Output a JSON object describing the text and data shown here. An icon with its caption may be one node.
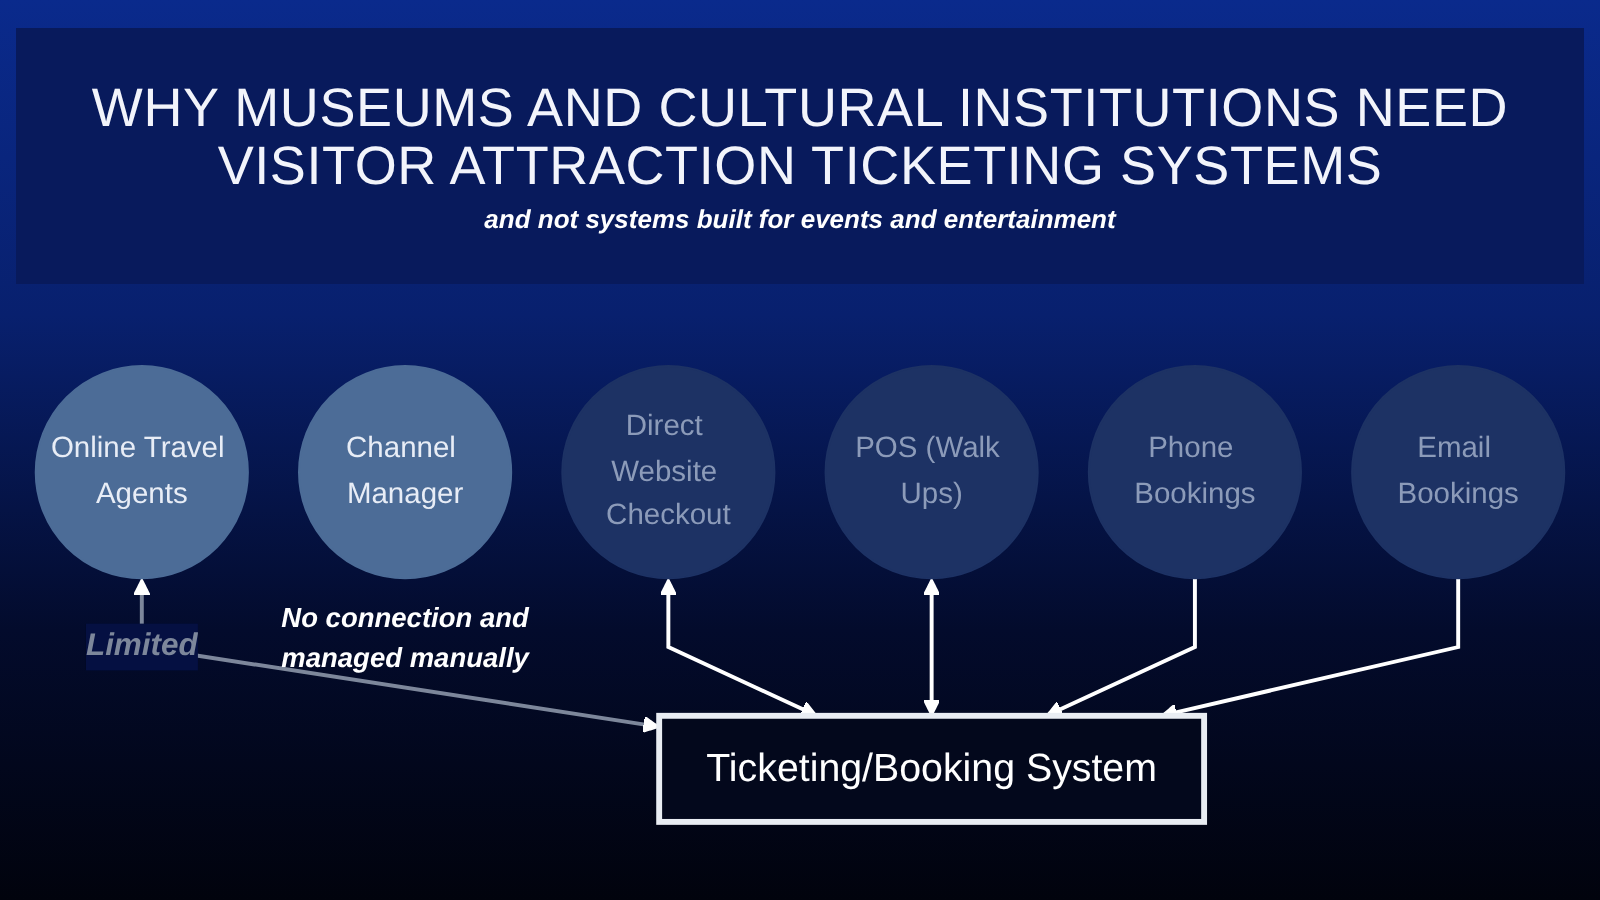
{
  "diagram": {
    "title": "WHY MUSEUMS AND CULTURAL INSTITUTIONS NEED VISITOR ATTRACTION TICKETING SYSTEMS",
    "nodes": [
      {
        "text": [
          "Online Travel Agents"
        ]
      },
      {
        "text": [
          "Channel Manager"
        ],
        "beside": [
          "No connection and managed manually"
        ]
      },
      {
        "text": [
          "Direct Website Checkout"
        ]
      },
      {
        "text": [
          "POS (Walk Ups)"
        ]
      },
      {
        "text": [
          "Phone Bookings"
        ]
      },
      {
        "text": [
          "Email Bookings"
        ]
      },
      {
        "text": [
          "Ticketing/Booking System"
        ]
      }
    ],
    "edges": [
      {
        "from": 0,
        "to": 6,
        "arrow": "both",
        "label": "Limited",
        "color": "#7d879b"
      },
      {
        "from": 2,
        "to": 6,
        "arrow": "both"
      },
      {
        "from": 3,
        "to": 6,
        "arrow": "both"
      },
      {
        "from": 4,
        "to": 6,
        "arrow": "to"
      },
      {
        "from": 5,
        "to": 6,
        "arrow": "to"
      }
    ],
    "labels": [
      "and not systems built for events and entertainment"
    ]
  }
}
